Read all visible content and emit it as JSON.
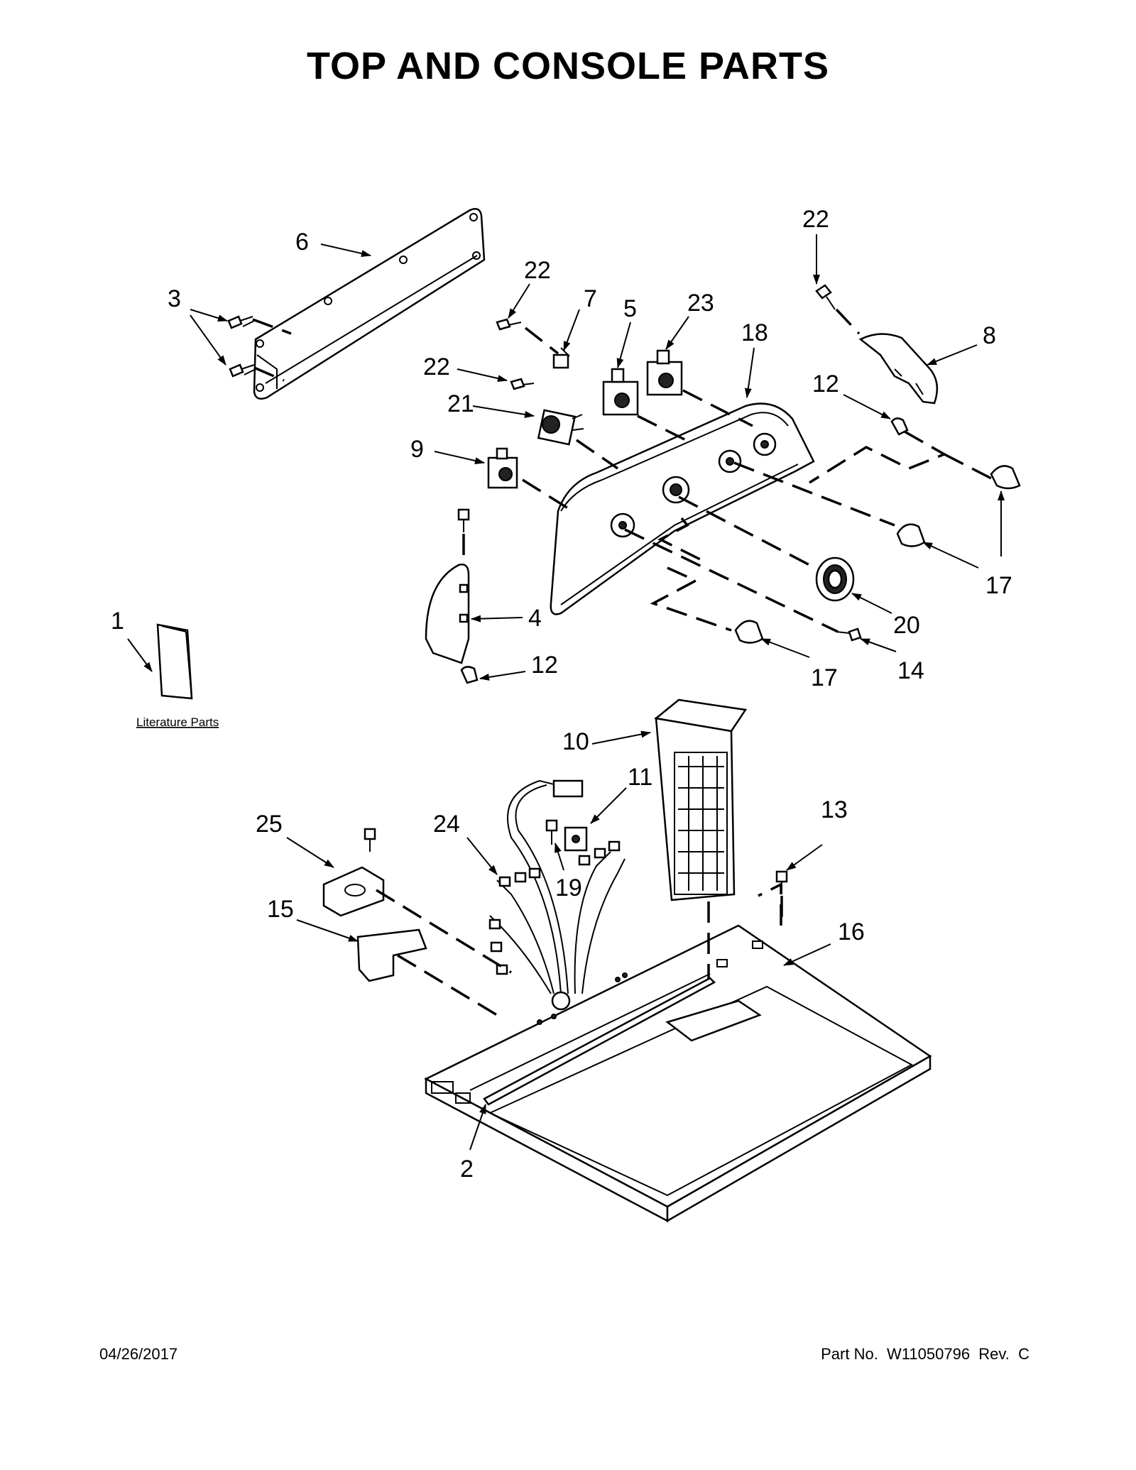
{
  "title": "TOP AND CONSOLE PARTS",
  "literature_label": "Literature Parts",
  "footer": {
    "date": "04/26/2017",
    "part_number": "Part No.  W11050796  Rev.  C"
  },
  "callouts": {
    "c1": "1",
    "c2": "2",
    "c3": "3",
    "c4": "4",
    "c5": "5",
    "c6": "6",
    "c7": "7",
    "c8": "8",
    "c9": "9",
    "c10": "10",
    "c11": "11",
    "c12a": "12",
    "c12b": "12",
    "c13": "13",
    "c14": "14",
    "c15": "15",
    "c16": "16",
    "c17a": "17",
    "c17b": "17",
    "c18": "18",
    "c19": "19",
    "c20": "20",
    "c21": "21",
    "c22a": "22",
    "c22b": "22",
    "c22c": "22",
    "c23": "23",
    "c24": "24",
    "c25": "25"
  }
}
